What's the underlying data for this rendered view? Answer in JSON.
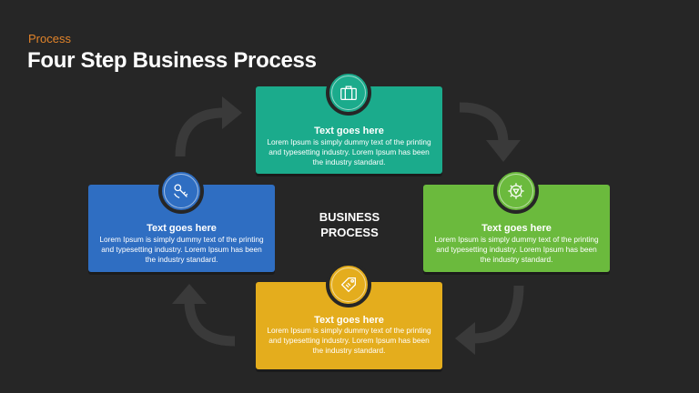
{
  "header": {
    "eyebrow": "Process",
    "title": "Four Step Business Process"
  },
  "center": {
    "line1": "BUSINESS",
    "line2": "PROCESS"
  },
  "steps": [
    {
      "id": "top",
      "heading": "Text goes here",
      "body": "Lorem Ipsum is simply dummy text of the printing and typesetting industry. Lorem Ipsum has been the industry standard.",
      "color": "#1bab8c",
      "icon": "briefcase-icon"
    },
    {
      "id": "right",
      "heading": "Text goes here",
      "body": "Lorem Ipsum is simply dummy text of the printing and typesetting industry. Lorem Ipsum has been the industry standard.",
      "color": "#6bba3d",
      "icon": "gear-icon"
    },
    {
      "id": "bottom",
      "heading": "Text goes here",
      "body": "Lorem Ipsum is simply dummy text of the printing and typesetting industry. Lorem Ipsum has been the industry standard.",
      "color": "#e4ad1d",
      "icon": "price-tag-icon"
    },
    {
      "id": "left",
      "heading": "Text goes here",
      "body": "Lorem Ipsum is simply dummy text of the printing and typesetting industry. Lorem Ipsum has been the industry standard.",
      "color": "#2f6ec2",
      "icon": "hand-key-icon"
    }
  ],
  "colors": {
    "background": "#262626",
    "eyebrow": "#e0832a",
    "arrow": "#3a3a3a"
  }
}
